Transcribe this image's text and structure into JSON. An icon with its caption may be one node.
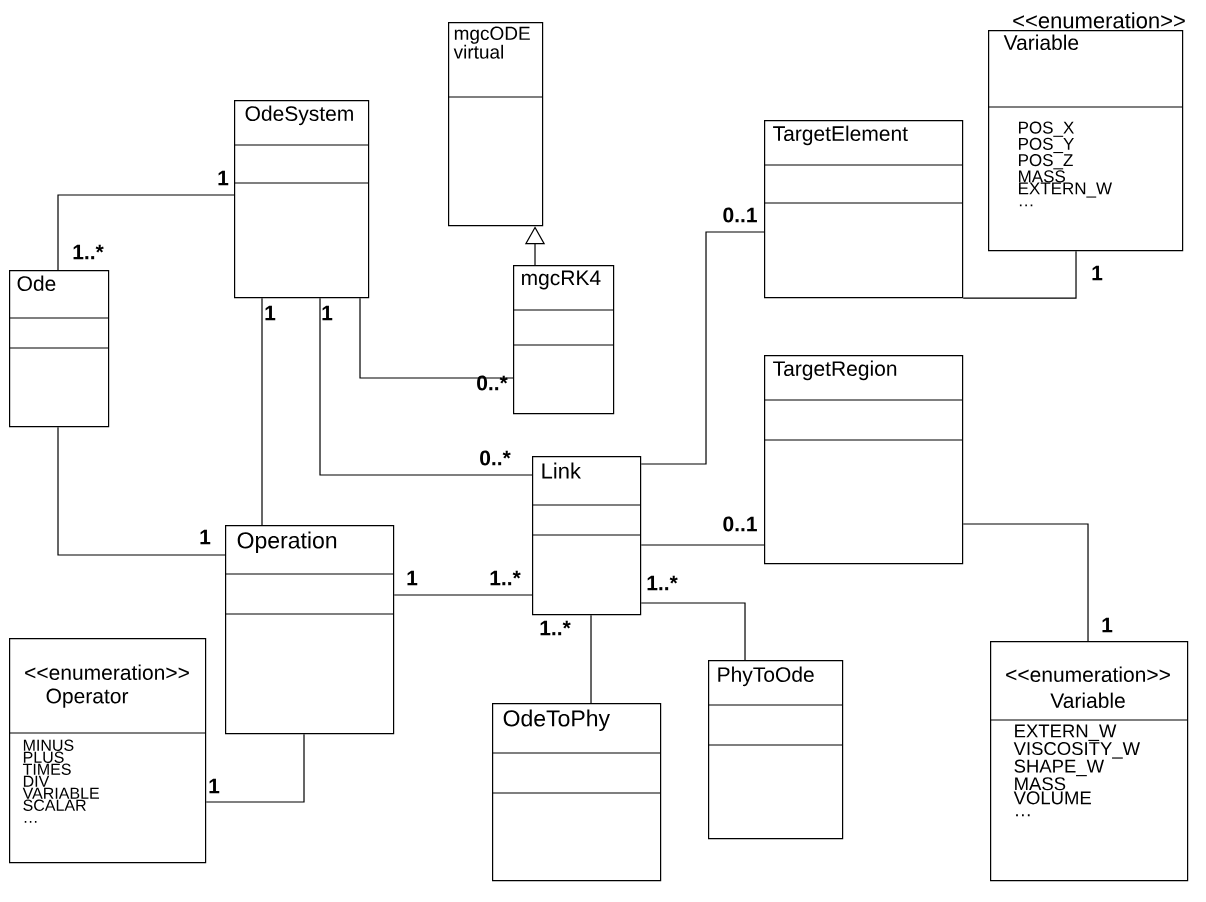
{
  "diagram": {
    "nodes": [
      {
        "text": [
          "mgcODE virtual"
        ]
      },
      {
        "text": [
          "OdeSystem"
        ]
      },
      {
        "text": [
          "<<enumeration>>",
          "Variable",
          "POS_X POS_Y POS_Z MASS EXTERN_W …"
        ]
      },
      {
        "text": [
          "TargetElement"
        ]
      },
      {
        "text": [
          "Ode"
        ]
      },
      {
        "text": [
          "mgcRK4"
        ]
      },
      {
        "text": [
          "TargetRegion"
        ]
      },
      {
        "text": [
          "Link"
        ]
      },
      {
        "text": [
          "Operation"
        ]
      },
      {
        "text": [
          "<<enumeration>>",
          "Operator",
          "MINUS PLUS TIMES DIV VARIABLE SCALAR …"
        ]
      },
      {
        "text": [
          "OdeToPhy"
        ]
      },
      {
        "text": [
          "PhyToOde"
        ]
      },
      {
        "text": [
          "<<enumeration>>",
          "Variable",
          "EXTERN_W VISCOSITY_W SHAPE_W MASS VOLUME …"
        ]
      }
    ],
    "edges": [
      {
        "from": 1,
        "to": 4,
        "arrow": "none"
      },
      {
        "from": 1,
        "to": 8,
        "arrow": "none"
      },
      {
        "from": 1,
        "to": 5,
        "arrow": "none"
      },
      {
        "from": 1,
        "to": 7,
        "arrow": "none"
      },
      {
        "from": 5,
        "to": 0,
        "arrow": "to"
      },
      {
        "from": 7,
        "to": 3,
        "arrow": "none"
      },
      {
        "from": 3,
        "to": 2,
        "arrow": "none"
      },
      {
        "from": 4,
        "to": 8,
        "arrow": "none"
      },
      {
        "from": 7,
        "to": 6,
        "arrow": "none"
      },
      {
        "from": 6,
        "to": 12,
        "arrow": "none"
      },
      {
        "from": 8,
        "to": 7,
        "arrow": "none"
      },
      {
        "from": 7,
        "to": 10,
        "arrow": "none"
      },
      {
        "from": 7,
        "to": 11,
        "arrow": "none"
      },
      {
        "from": 8,
        "to": 9,
        "arrow": "none"
      }
    ],
    "labels": [
      "1",
      "0..1",
      "1..*",
      "1",
      "1",
      "1",
      "0..*",
      "0..*",
      "1",
      "0..1",
      "1",
      "1..*",
      "1..*",
      "1..*",
      "1",
      "1"
    ]
  }
}
